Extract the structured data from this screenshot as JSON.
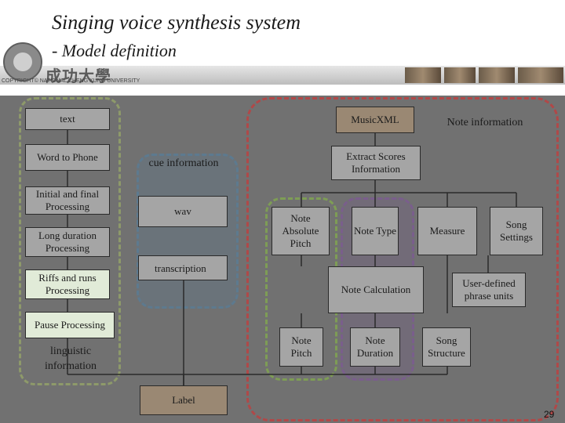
{
  "slide": {
    "title": "Singing voice synthesis system",
    "subtitle": "- Model definition",
    "banner_text": "COPYRIGHT© NATIONAL CHENG KUNG UNIVERSITY",
    "logo_text": "成功大學",
    "page_number": "29"
  },
  "diagram": {
    "left": {
      "text": "text",
      "word_to_phone": "Word to Phone",
      "initial_final": "Initial and final Processing",
      "long_duration": "Long duration Processing",
      "riffs_runs": "Riffs and runs Processing",
      "pause": "Pause Processing",
      "linguistic_info": "linguistic information"
    },
    "middle": {
      "cue_info": "cue information",
      "wav": "wav",
      "transcription": "transcription",
      "label": "Label"
    },
    "right": {
      "musicxml": "MusicXML",
      "note_info": "Note information",
      "extract": "Extract Scores Information",
      "note_absolute_pitch": "Note Absolute Pitch",
      "note_type": "Note Type",
      "measure": "Measure",
      "song_settings": "Song Settings",
      "note_calculation": "Note Calculation",
      "user_defined": "User-defined phrase units",
      "note_pitch": "Note Pitch",
      "note_duration": "Note Duration",
      "song_structure": "Song Structure"
    }
  },
  "colors": {
    "background": "#717171",
    "box_grey": "#a5a5a5",
    "box_brown": "#9a8873",
    "box_light": "#e1ebd8",
    "group_left": "#8e9a6a",
    "group_right": "#b04848",
    "group_middle": "#5d7a8f",
    "group_green": "#7e9d55",
    "group_purple": "#7a5e8c"
  }
}
